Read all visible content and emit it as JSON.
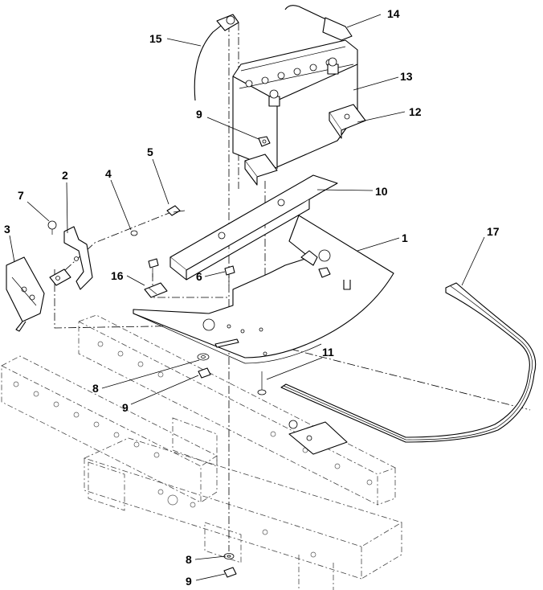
{
  "diagram": {
    "callouts": [
      {
        "id": "c1",
        "label": "1"
      },
      {
        "id": "c2",
        "label": "2"
      },
      {
        "id": "c3",
        "label": "3"
      },
      {
        "id": "c4",
        "label": "4"
      },
      {
        "id": "c5",
        "label": "5"
      },
      {
        "id": "c6",
        "label": "6"
      },
      {
        "id": "c7",
        "label": "7"
      },
      {
        "id": "c8a",
        "label": "8"
      },
      {
        "id": "c8b",
        "label": "8"
      },
      {
        "id": "c9a",
        "label": "9"
      },
      {
        "id": "c9b",
        "label": "9"
      },
      {
        "id": "c9c",
        "label": "9"
      },
      {
        "id": "c10",
        "label": "10"
      },
      {
        "id": "c11",
        "label": "11"
      },
      {
        "id": "c12",
        "label": "12"
      },
      {
        "id": "c13",
        "label": "13"
      },
      {
        "id": "c14",
        "label": "14"
      },
      {
        "id": "c15",
        "label": "15"
      },
      {
        "id": "c16",
        "label": "16"
      },
      {
        "id": "c17",
        "label": "17"
      }
    ]
  }
}
